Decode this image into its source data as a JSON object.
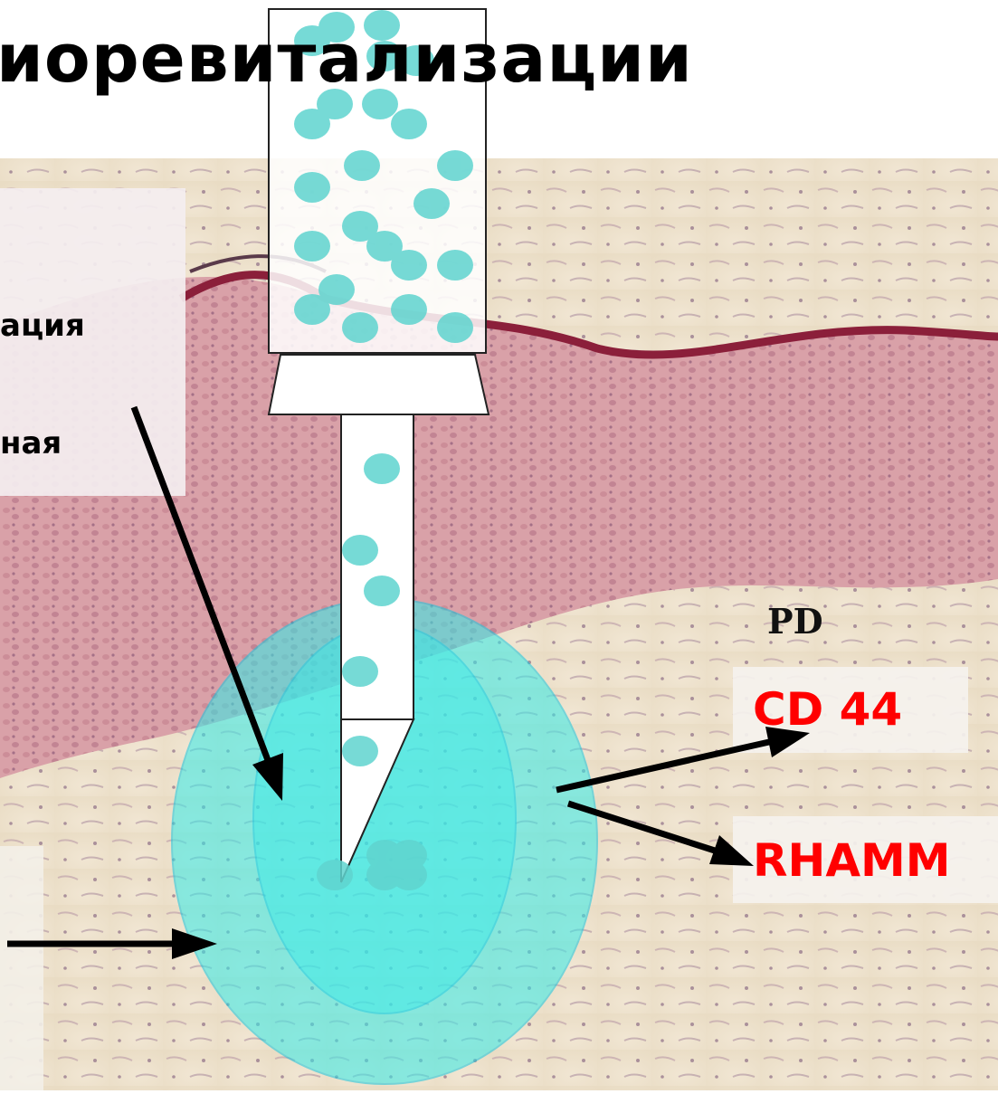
{
  "title": "иоревитализации",
  "labels": {
    "left_line1": "ация",
    "left_line2": "ная",
    "pd": "PD",
    "cd44": "CD 44",
    "rhamm": "RHAMM"
  },
  "colors": {
    "droplet": "#5fd4cf",
    "zone": "#33ecea",
    "label_red": "#ff0000"
  },
  "icons": [
    "syringe-icon",
    "hyaluronic-droplet-icon",
    "arrow-icon"
  ]
}
